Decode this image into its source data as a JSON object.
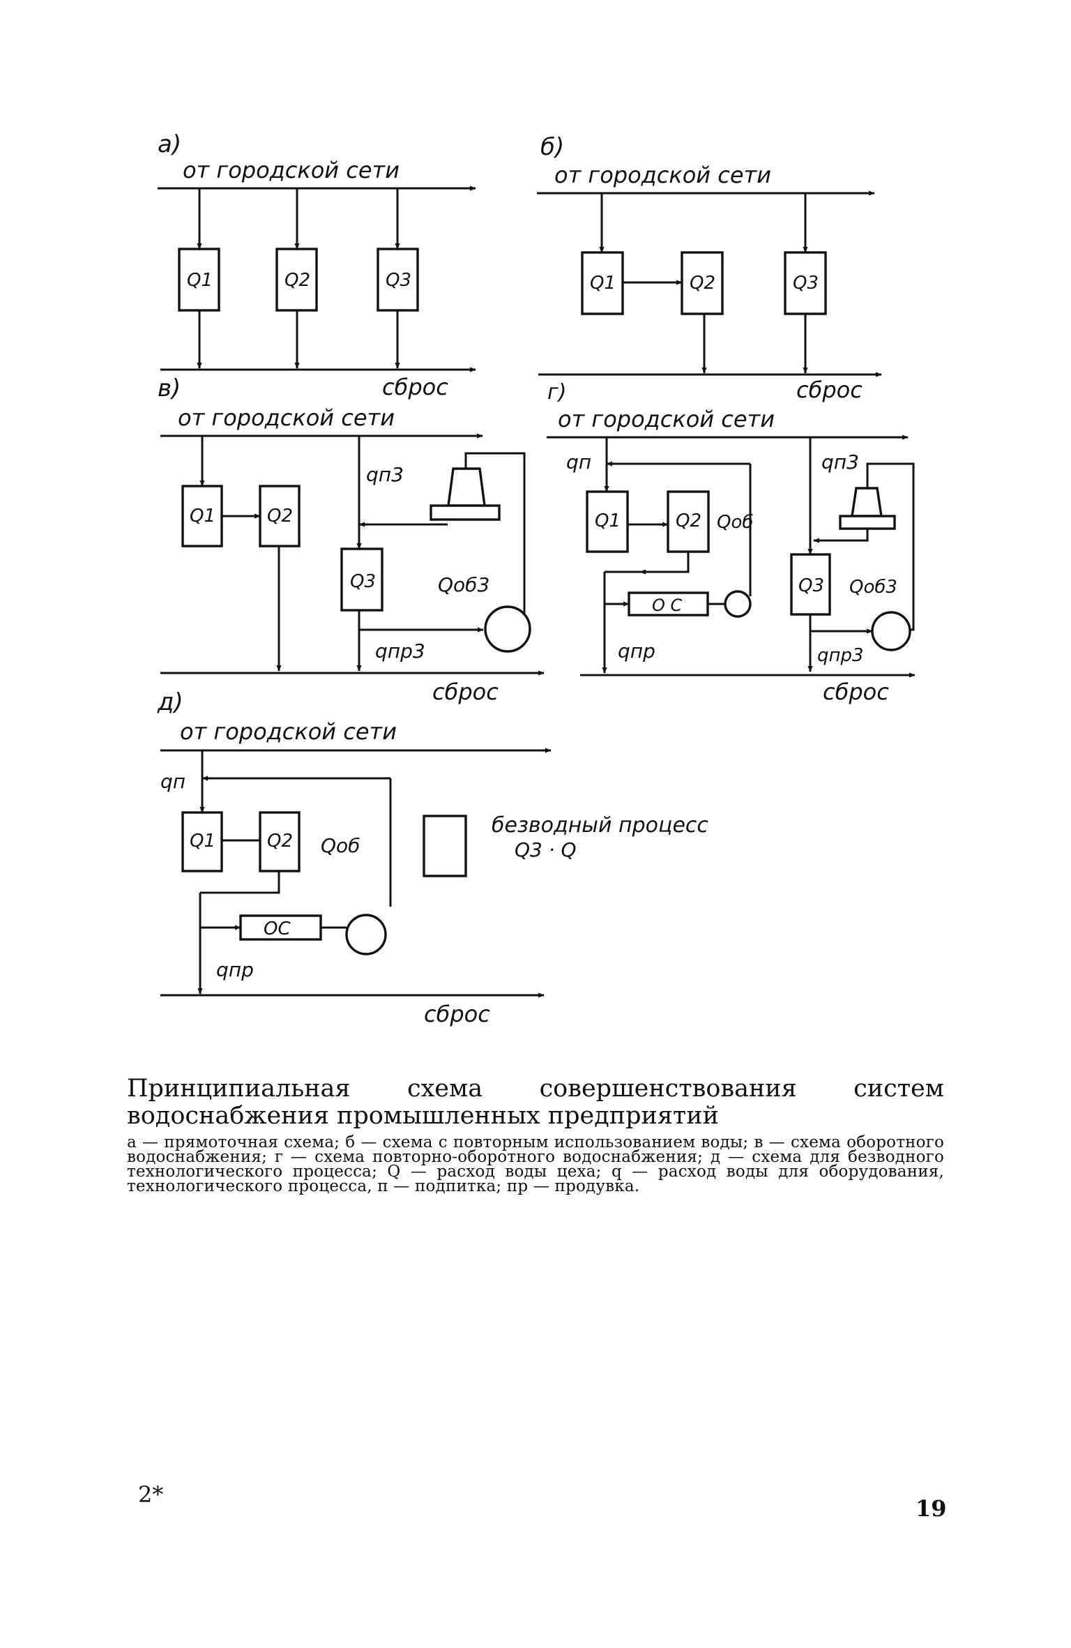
{
  "figure": {
    "panel_a": {
      "tag": "а)",
      "inlet": "от городской сети",
      "outlet": "сброс",
      "units": [
        "Q1",
        "Q2",
        "Q3"
      ]
    },
    "panel_b": {
      "tag": "б)",
      "inlet": "от городской сети",
      "outlet": "сброс",
      "units": [
        "Q1",
        "Q2",
        "Q3"
      ]
    },
    "panel_v": {
      "tag": "в)",
      "inlet": "от городской сети",
      "outlet": "сброс",
      "units": [
        "Q1",
        "Q2",
        "Q3"
      ],
      "makeup": "qп3",
      "circ": "Qоб3",
      "blowdown": "qпр3"
    },
    "panel_g": {
      "tag": "г)",
      "inlet": "от городской сети",
      "outlet": "сброс",
      "units": [
        "Q1",
        "Q2",
        "Q3"
      ],
      "makeup": "qп",
      "circ": "Qоб",
      "treatment": "О С",
      "blowdown": "qпр",
      "makeup3": "qп3",
      "circ3": "Qоб3",
      "blowdown3": "qпр3"
    },
    "panel_d": {
      "tag": "д)",
      "inlet": "от городской сети",
      "outlet": "сброс",
      "units": [
        "Q1",
        "Q2"
      ],
      "makeup": "qп",
      "circ": "Qоб",
      "treatment": "ОС",
      "blowdown": "qпр",
      "waterless_title": "безводный процесс",
      "waterless_formula": "Q3 · Q"
    }
  },
  "caption": {
    "title": "Принципиальная схема совершенствования систем водоснабжения промышленных предприятий",
    "description": "а — прямоточная схема; б — схема с повторным использованием воды; в — схема оборотного водоснабжения; г — схема повторно-оборотного водоснабжения; д — схема для безводного технологического процесса; Q — расход воды цеха; q — расход воды для оборудования, технологического процесса, п — подпитка; пр — продувка."
  },
  "folio": {
    "signature": "2*",
    "page_number": "19"
  }
}
